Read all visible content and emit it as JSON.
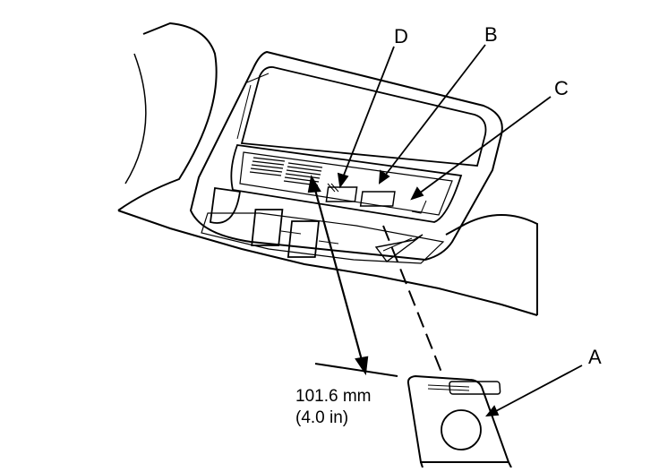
{
  "callouts": {
    "a": "A",
    "b": "B",
    "c": "C",
    "d": "D"
  },
  "dimension": {
    "metric": "101.6 mm",
    "imperial": "(4.0 in)"
  }
}
